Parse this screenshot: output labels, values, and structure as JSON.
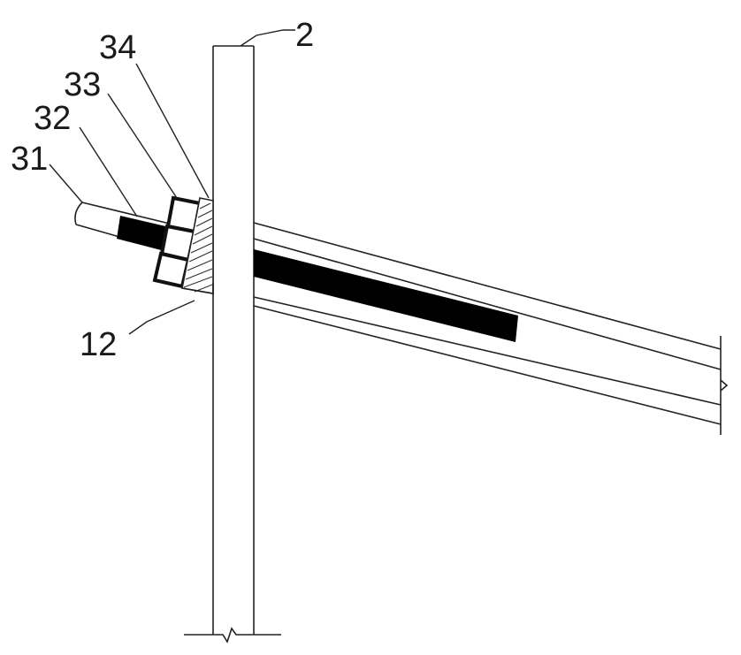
{
  "labels": {
    "ref_2": "2",
    "ref_34": "34",
    "ref_33": "33",
    "ref_32": "32",
    "ref_31": "31",
    "ref_12": "12"
  }
}
